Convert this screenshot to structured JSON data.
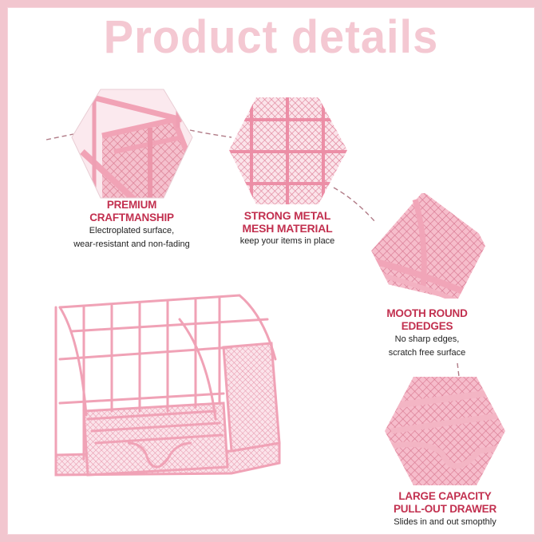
{
  "page": {
    "title": "Product details",
    "frame_color": "#f2c6cf",
    "title_color": "#f4c8d2",
    "accent_text_color": "#c2304f",
    "product_color": "#f2a9bb"
  },
  "features": [
    {
      "id": "premium-craftmanship",
      "icon": "hexagon-closeup-corner-icon",
      "title_line1": "PREMIUM",
      "title_line2": "CRAFTMANSHIP",
      "desc_line1": "Electroplated surface,",
      "desc_line2": "wear-resistant and non-fading"
    },
    {
      "id": "strong-metal-mesh",
      "icon": "hexagon-mesh-closeup-icon",
      "title_line1": "STRONG METAL",
      "title_line2": "MESH MATERIAL",
      "desc_line1": "keep your items in place"
    },
    {
      "id": "smooth-round-edges",
      "icon": "hexagon-edge-closeup-icon",
      "title_line1": "MOOTH ROUND",
      "title_line2": "EDEDGES",
      "desc_line1": "No sharp edges,",
      "desc_line2": "scratch free surface"
    },
    {
      "id": "large-capacity-drawer",
      "icon": "hexagon-drawer-closeup-icon",
      "title_line1": "LARGE CAPACITY",
      "title_line2": "PULL-OUT DRAWER",
      "desc_line1": "Slides in and out smopthly"
    }
  ],
  "product": {
    "name": "pink-wire-mesh-desk-organizer"
  }
}
